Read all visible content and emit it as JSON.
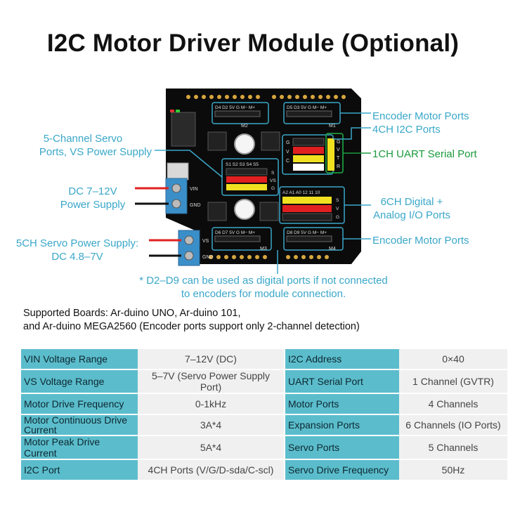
{
  "title": "I2C Motor Driver Module (Optional)",
  "board": {
    "header_top_left": "D4 D2 5V G M− M+",
    "header_top_right": "D5 D3 5V G M− M+",
    "header_bottom_left": "D6 D7 5V G M− M+",
    "header_bottom_right": "D8 D9 5V G M− M+",
    "servo_header": "S1 S2 S3 S4 S5",
    "analog_header": "A2 A1 A0 12 11 10",
    "m1": "M1",
    "m2": "M2",
    "m3": "M3",
    "m4": "M4",
    "vin": "VIN",
    "gnd": "GND",
    "vs": "VS",
    "gnd2": "GND",
    "vs_side": "VS",
    "g_side": "G",
    "gvtr": [
      "G",
      "V",
      "T",
      "R"
    ],
    "gvc": [
      "G",
      "V",
      "C"
    ],
    "svg_side": [
      "S",
      "V",
      "G"
    ]
  },
  "labels": {
    "encoder_top": "Encoder Motor Ports",
    "i2c_ports": "4CH I2C Ports",
    "uart": "1CH UART Serial Port",
    "servo_ports_1": "5-Channel Servo",
    "servo_ports_2": "Ports, VS Power Supply",
    "dc_1": "DC 7–12V",
    "dc_2": "Power Supply",
    "digital_1": "6CH Digital +",
    "digital_2": "Analog I/O Ports",
    "servo_power_1": "5CH Servo Power Supply:",
    "servo_power_2": "DC 4.8–7V",
    "encoder_bottom": "Encoder Motor Ports",
    "note_1": "* D2–D9 can be used as digital ports if not connected",
    "note_2": "to encoders for module connection."
  },
  "supported": {
    "line1": "Supported Boards: Ar-duino UNO, Ar-duino 101,",
    "line2": "and Ar-duino MEGA2560 (Encoder ports support only 2-channel detection)"
  },
  "specs": [
    {
      "k1": "VIN Voltage Range",
      "v1": "7–12V (DC)",
      "k2": "I2C Address",
      "v2": "0×40"
    },
    {
      "k1": "VS Voltage Range",
      "v1": "5–7V (Servo Power Supply Port)",
      "k2": "UART Serial Port",
      "v2": "1 Channel (GVTR)"
    },
    {
      "k1": "Motor Drive Frequency",
      "v1": "0-1kHz",
      "k2": "Motor Ports",
      "v2": "4 Channels"
    },
    {
      "k1": "Motor Continuous Drive Current",
      "v1": "3A*4",
      "k2": "Expansion Ports",
      "v2": "6 Channels (IO Ports)"
    },
    {
      "k1": "Motor Peak Drive Current",
      "v1": "5A*4",
      "k2": "Servo Ports",
      "v2": "5 Channels"
    },
    {
      "k1": "I2C Port",
      "v1": "4CH Ports (V/G/D-sda/C-scl)",
      "k2": "Servo Drive Frequency",
      "v2": "50Hz"
    }
  ]
}
